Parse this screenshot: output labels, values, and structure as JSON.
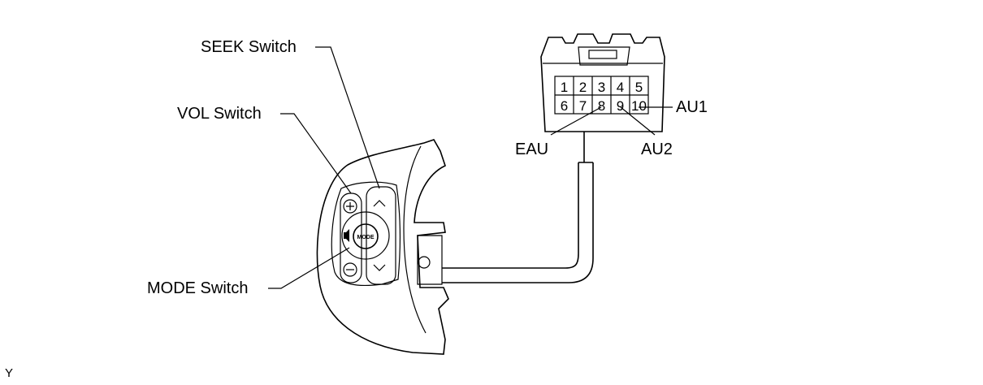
{
  "labels": {
    "seek_switch": "SEEK Switch",
    "vol_switch": "VOL Switch",
    "mode_switch": "MODE Switch",
    "eau": "EAU",
    "au1": "AU1",
    "au2": "AU2",
    "corner_mark": "Y"
  },
  "switch_panel": {
    "mode_button": "MODE",
    "vol_plus": "+",
    "vol_minus": "−"
  },
  "connector": {
    "pins_top": [
      "1",
      "2",
      "3",
      "4",
      "5"
    ],
    "pins_bottom": [
      "6",
      "7",
      "8",
      "9",
      "10"
    ]
  }
}
